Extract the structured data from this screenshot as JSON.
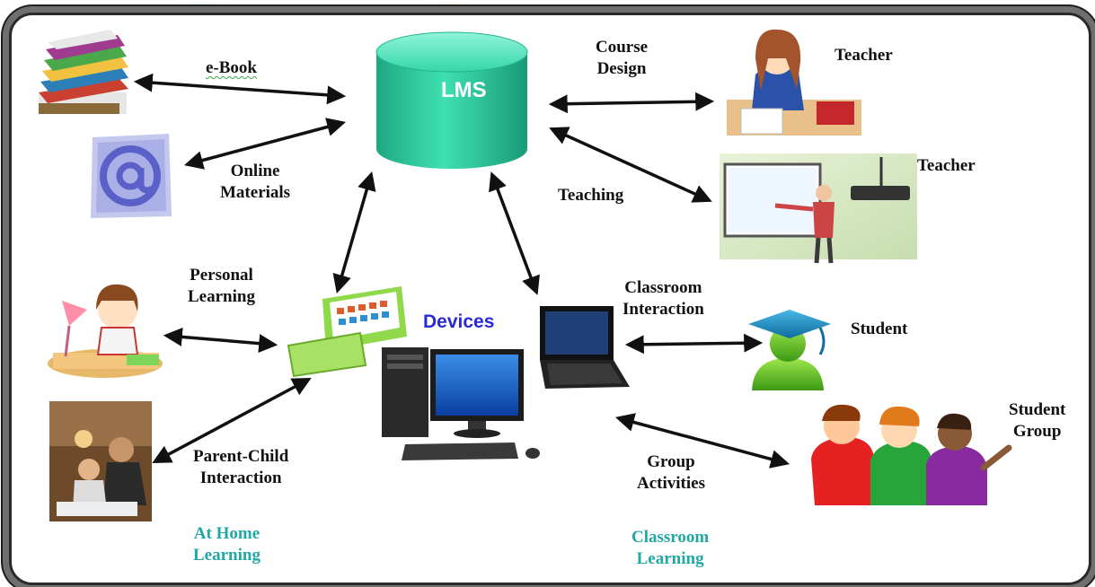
{
  "diagram": {
    "center": {
      "label": "LMS"
    },
    "devices_label": "Devices",
    "edges": [
      {
        "label": "e-Book"
      },
      {
        "label_line1": "Online",
        "label_line2": "Materials"
      },
      {
        "label_line1": "Course",
        "label_line2": "Design"
      },
      {
        "label": "Teaching"
      },
      {
        "label_line1": "Personal",
        "label_line2": "Learning"
      },
      {
        "label_line1": "Parent-Child",
        "label_line2": "Interaction"
      },
      {
        "label_line1": "Classroom",
        "label_line2": "Interaction"
      },
      {
        "label_line1": "Group",
        "label_line2": "Activities"
      }
    ],
    "actors": {
      "teacher_1": "Teacher",
      "teacher_2": "Teacher",
      "student": "Student",
      "student_group_line1": "Student",
      "student_group_line2": "Group"
    },
    "sections": {
      "home_line1": "At Home",
      "home_line2": "Learning",
      "classroom_line1": "Classroom",
      "classroom_line2": "Learning"
    },
    "icons": [
      "books-icon",
      "email-at-icon",
      "database-cylinder-icon",
      "teacher-desk-icon",
      "teacher-whiteboard-icon",
      "child-studying-icon",
      "parent-child-photo-icon",
      "tablet-icon",
      "desktop-computer-icon",
      "netbook-icon",
      "graduate-student-icon",
      "student-group-icon"
    ],
    "colors": {
      "teal_label": "#21a7a4",
      "devices_blue": "#2a2ad8",
      "cylinder_green": "#2fd0a0"
    }
  }
}
